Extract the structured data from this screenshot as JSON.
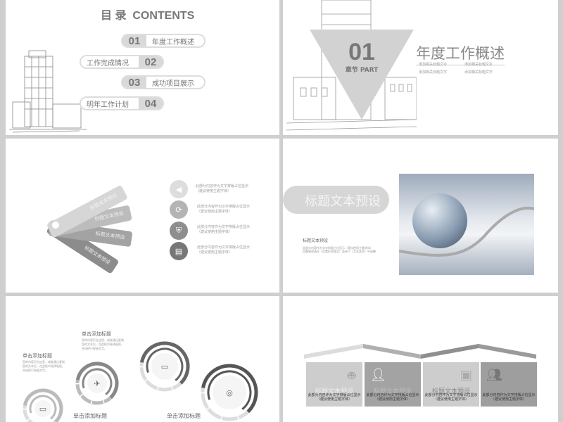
{
  "slide1": {
    "title": "目 录  CONTENTS",
    "items": [
      {
        "num": "01",
        "label": "年度工作概述"
      },
      {
        "num": "02",
        "label": "工作完成情况"
      },
      {
        "num": "03",
        "label": "成功项目展示"
      },
      {
        "num": "04",
        "label": "明年工作计划"
      }
    ]
  },
  "slide2": {
    "num": "01",
    "part": "章节 PART",
    "title": "年度工作概述",
    "bullets": [
      "添加相关标题文字",
      "添加相关标题文字",
      "添加相关标题文字",
      "添加相关标题文字"
    ]
  },
  "slide3": {
    "cards": [
      "标题文本预设",
      "标题文本预设",
      "标题文本预设",
      "标题文本预设"
    ],
    "items": [
      {
        "icon": "speaker-icon",
        "line1": "此部分内容作为文字排版占位显示",
        "line2": "（建议使用主题字体）"
      },
      {
        "icon": "sync-icon",
        "line1": "此部分内容作为文字排版占位显示",
        "line2": "（建议使用主题字体）"
      },
      {
        "icon": "shield-icon",
        "line1": "此部分内容作为文字排版占位显示",
        "line2": "（建议使用主题字体）"
      },
      {
        "icon": "clipboard-icon",
        "line1": "此部分内容作为文字排版占位显示",
        "line2": "（建议使用主题字体）"
      }
    ]
  },
  "slide4": {
    "pill_title": "标题文本预设",
    "subtitle": "标题文本预设",
    "line1": "此部分内容作为文字排版占位显示（建议使用主题字体）",
    "line2": "如需更改请在（设置形状格式）菜单下（文本选项）中调整"
  },
  "slide5": {
    "items": [
      {
        "title": "单击添加标题",
        "text": "您的内容打在这里，或者通过复制您的文本后，在此框中选择粘贴，并选择只保留文字。"
      },
      {
        "title": "单击添加标题",
        "text": "您的内容打在这里，或者通过复制您的文本后，在此框中选择粘贴，并选择只保留文字。"
      },
      {
        "title": "单击添加标题"
      },
      {
        "title": "单击添加标题"
      }
    ]
  },
  "slide6": {
    "panels": [
      {
        "icon": "android-icon",
        "title": "标题文本预设",
        "body": "此部分内容作为文字排版占位显示",
        "note": "（建议使用主题字体）"
      },
      {
        "icon": "user-headset-icon",
        "title": "标题文本预设",
        "body": "此部分内容作为文字排版占位显示",
        "note": "（建议使用主题字体）"
      },
      {
        "icon": "presentation-icon",
        "title": "标题文本预设",
        "body": "此部分内容作为文字排版占位显示",
        "note": "（建议使用主题字体）"
      },
      {
        "icon": "team-icon",
        "title": "",
        "body": "此部分内容作为文字排版占位显示",
        "note": "（建议使用主题字体）"
      }
    ]
  }
}
